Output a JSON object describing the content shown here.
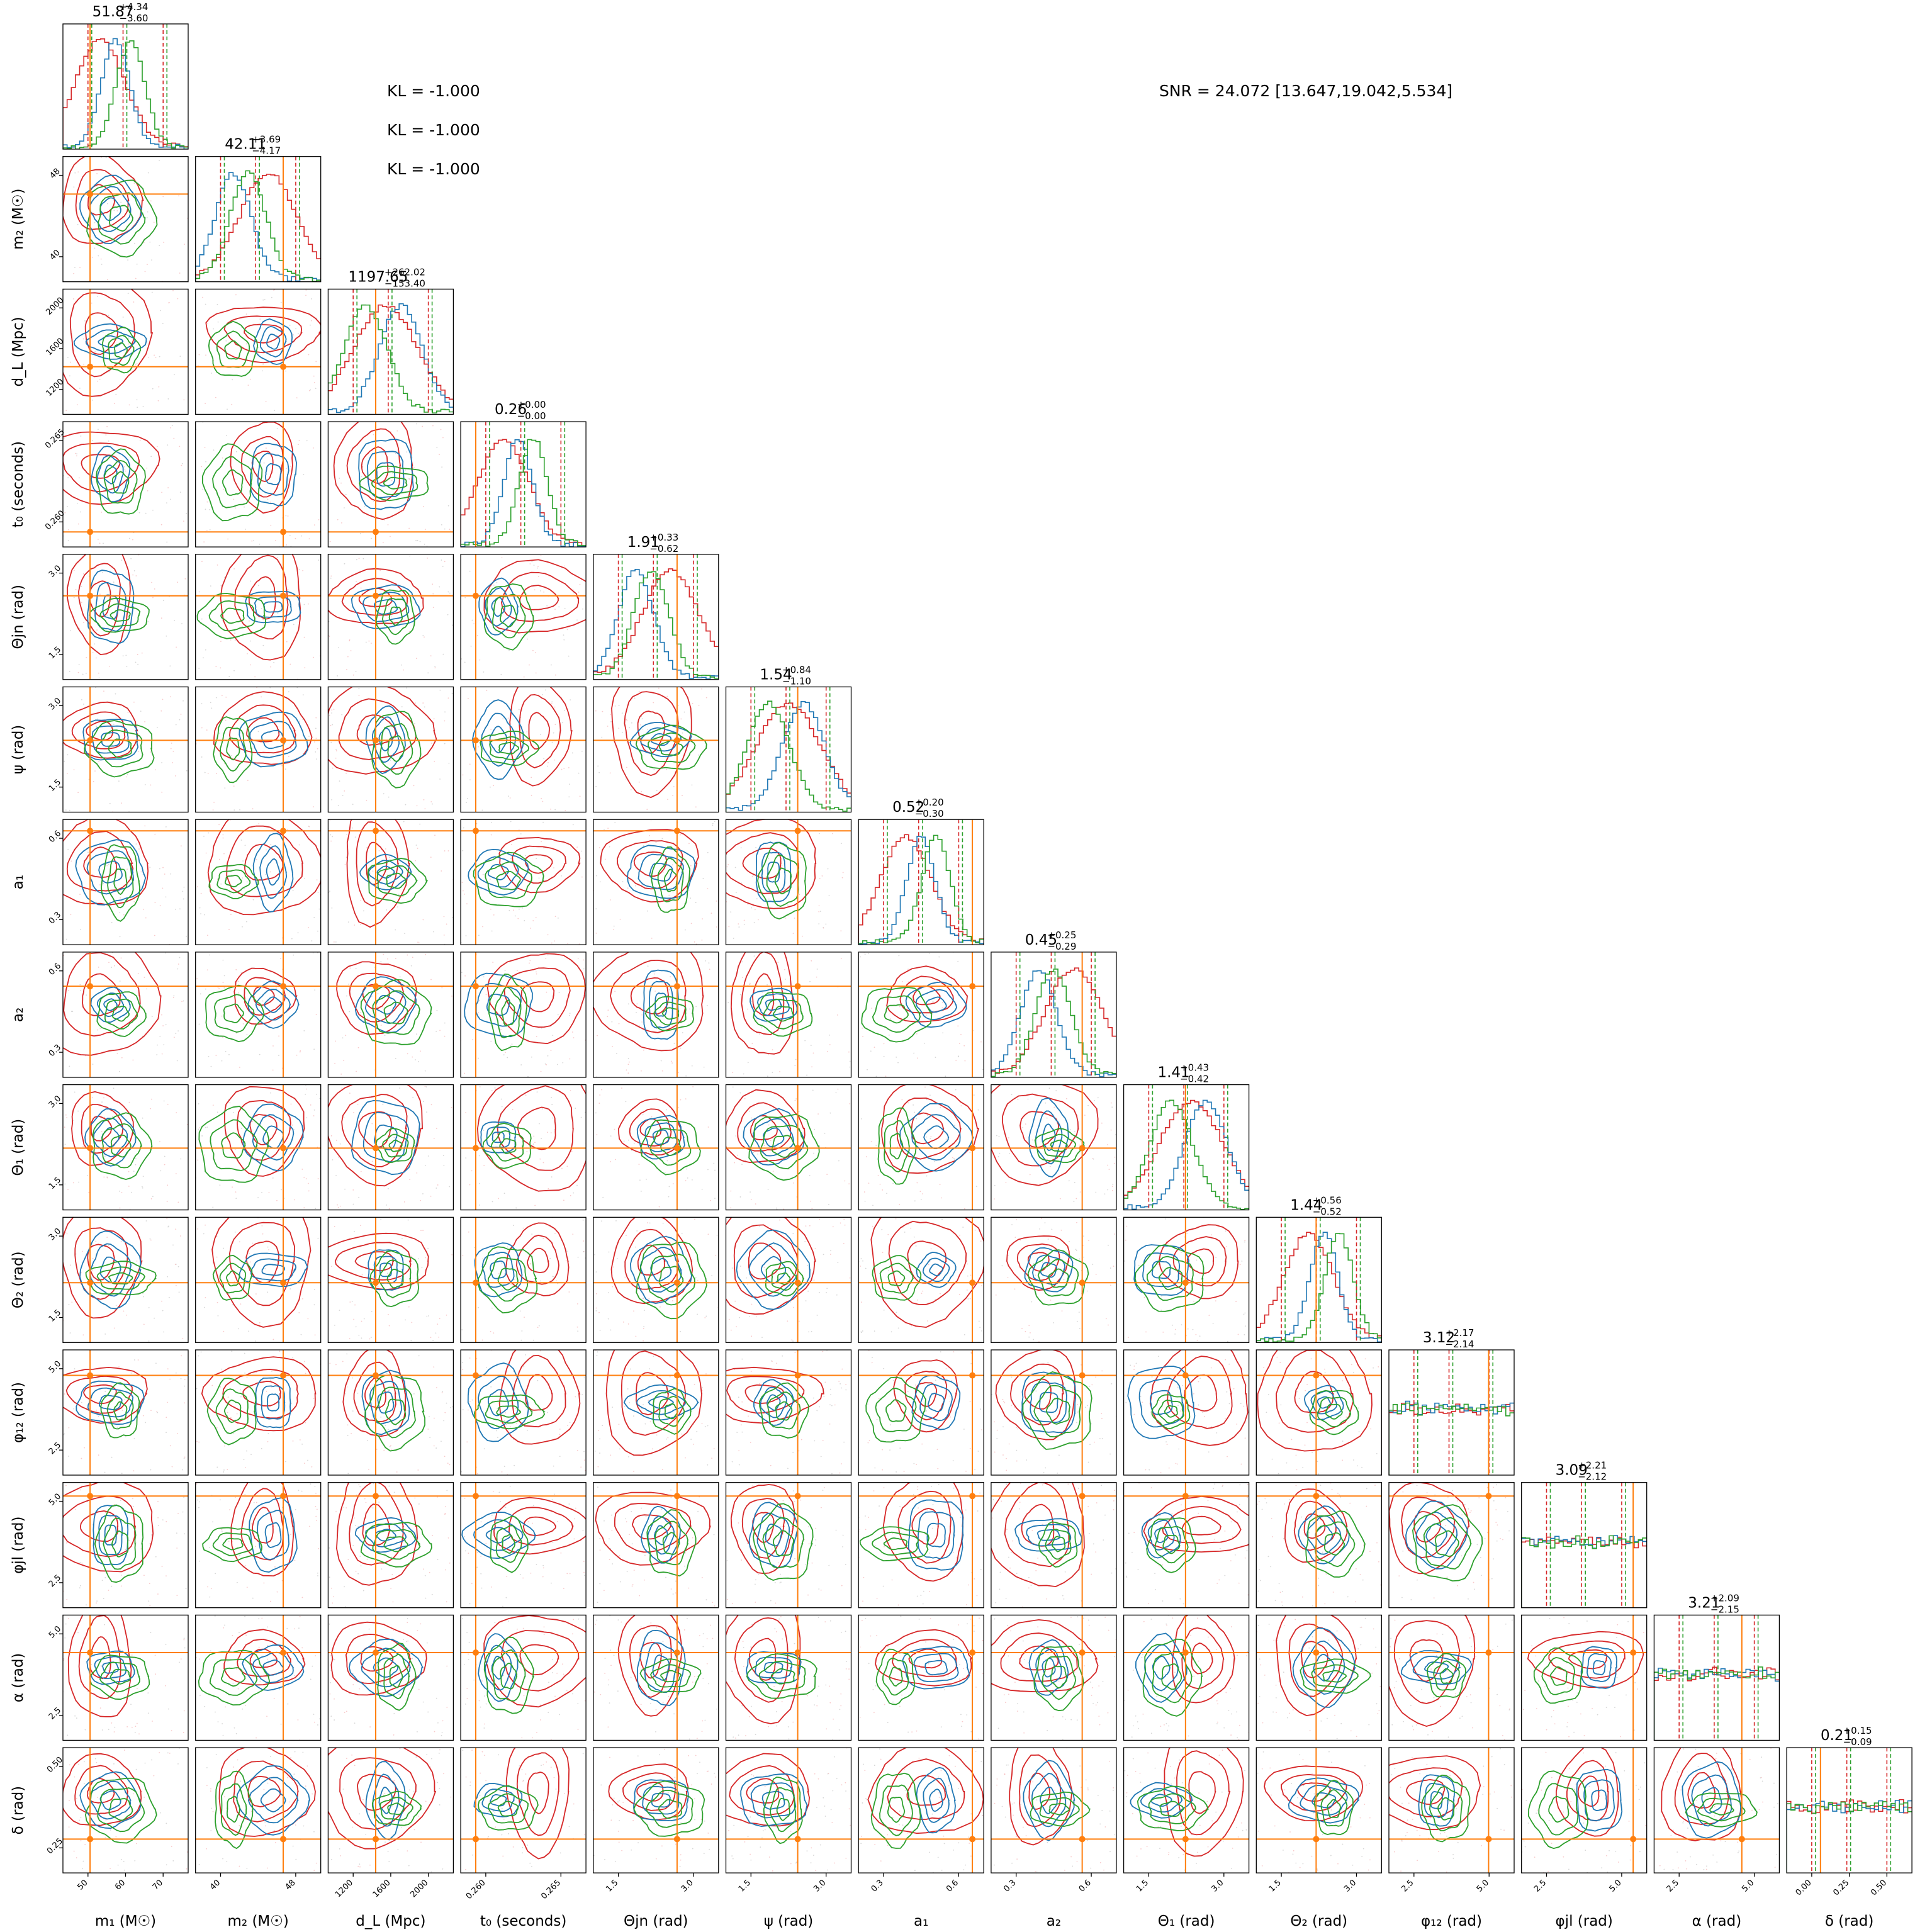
{
  "chart_data": {
    "type": "corner",
    "colors": {
      "blue": "#1f77b4",
      "red": "#d62728",
      "green": "#2ca02c",
      "truth": "#ff7f0e"
    },
    "annotations": {
      "kl": [
        "KL = -1.000",
        "KL = -1.000",
        "KL = -1.000"
      ],
      "snr": "SNR = 24.072 [13.647,19.042,5.534]"
    },
    "parameters": [
      {
        "xlabel": "m₁ (M☉)",
        "ylabel": "",
        "title": "51.87",
        "plus": "+4.34",
        "minus": "−3.60",
        "xticks": [
          "50",
          "60",
          "70"
        ],
        "yticks": [],
        "lim": [
          42,
          72
        ],
        "truth": 48.5
      },
      {
        "xlabel": "m₂ (M☉)",
        "ylabel": "m₂ (M☉)",
        "title": "42.11",
        "plus": "+3.69",
        "minus": "−4.17",
        "xticks": [
          "40",
          "48"
        ],
        "yticks": [
          "48",
          "40"
        ],
        "lim": [
          35,
          50
        ],
        "truth": 45.5
      },
      {
        "xlabel": "d_L (Mpc)",
        "ylabel": "d_L (Mpc)",
        "title": "1197.65",
        "plus": "+262.02",
        "minus": "−153.40",
        "xticks": [
          "1200",
          "1600",
          "2000"
        ],
        "yticks": [
          "2000",
          "1600",
          "1200"
        ],
        "lim": [
          1050,
          2050
        ],
        "truth": 1430
      },
      {
        "xlabel": "t₀ (seconds)",
        "ylabel": "t₀ (seconds)",
        "title": "0.26",
        "plus": "+0.00",
        "minus": "−0.00",
        "xticks": [
          "0.260",
          "0.265"
        ],
        "yticks": [
          "0.265",
          "0.260"
        ],
        "lim": [
          0.2585,
          0.2685
        ],
        "truth": 0.2597
      },
      {
        "xlabel": "Θjn (rad)",
        "ylabel": "Θjn (rad)",
        "title": "1.91",
        "plus": "+0.33",
        "minus": "−0.62",
        "xticks": [
          "1.5",
          "3.0"
        ],
        "yticks": [
          "3.0",
          "1.5"
        ],
        "lim": [
          0,
          3.14
        ],
        "truth": 2.1
      },
      {
        "xlabel": "ψ (rad)",
        "ylabel": "ψ (rad)",
        "title": "1.54",
        "plus": "+0.84",
        "minus": "−1.10",
        "xticks": [
          "1.5",
          "3.0"
        ],
        "yticks": [
          "3.0",
          "1.5"
        ],
        "lim": [
          0,
          3.14
        ],
        "truth": 1.8
      },
      {
        "xlabel": "a₁",
        "ylabel": "a₁",
        "title": "0.52",
        "plus": "+0.20",
        "minus": "−0.30",
        "xticks": [
          "0.3",
          "0.6"
        ],
        "yticks": [
          "0.6",
          "0.3"
        ],
        "lim": [
          0,
          0.99
        ],
        "truth": 0.9
      },
      {
        "xlabel": "a₂",
        "ylabel": "a₂",
        "title": "0.45",
        "plus": "+0.25",
        "minus": "−0.29",
        "xticks": [
          "0.3",
          "0.6"
        ],
        "yticks": [
          "0.6",
          "0.3"
        ],
        "lim": [
          0,
          0.99
        ],
        "truth": 0.72
      },
      {
        "xlabel": "Θ₁ (rad)",
        "ylabel": "Θ₁ (rad)",
        "title": "1.41",
        "plus": "+0.43",
        "minus": "−0.42",
        "xticks": [
          "1.5",
          "3.0"
        ],
        "yticks": [
          "3.0",
          "1.5"
        ],
        "lim": [
          0,
          3.14
        ],
        "truth": 1.55
      },
      {
        "xlabel": "Θ₂ (rad)",
        "ylabel": "Θ₂ (rad)",
        "title": "1.44",
        "plus": "+0.56",
        "minus": "−0.52",
        "xticks": [
          "1.5",
          "3.0"
        ],
        "yticks": [
          "3.0",
          "1.5"
        ],
        "lim": [
          0,
          3.14
        ],
        "truth": 1.5
      },
      {
        "xlabel": "φ₁₂ (rad)",
        "ylabel": "φ₁₂ (rad)",
        "title": "3.12",
        "plus": "+2.17",
        "minus": "−2.14",
        "xticks": [
          "2.5",
          "5.0"
        ],
        "yticks": [
          "5.0",
          "2.5"
        ],
        "lim": [
          0,
          6.28
        ],
        "truth": 5.0
      },
      {
        "xlabel": "φjl (rad)",
        "ylabel": "φjl (rad)",
        "title": "3.09",
        "plus": "+2.21",
        "minus": "−2.12",
        "xticks": [
          "2.5",
          "5.0"
        ],
        "yticks": [
          "5.0",
          "2.5"
        ],
        "lim": [
          0,
          6.28
        ],
        "truth": 5.6
      },
      {
        "xlabel": "α (rad)",
        "ylabel": "α (rad)",
        "title": "3.21",
        "plus": "+2.09",
        "minus": "−2.15",
        "xticks": [
          "2.5",
          "5.0"
        ],
        "yticks": [
          "5.0",
          "2.5"
        ],
        "lim": [
          0,
          6.28
        ],
        "truth": 4.4
      },
      {
        "xlabel": "δ (rad)",
        "ylabel": "δ (rad)",
        "title": "0.21",
        "plus": "+0.15",
        "minus": "−0.09",
        "xticks": [
          "0.00",
          "0.25",
          "0.50"
        ],
        "yticks": [
          "0.50",
          "0.25"
        ],
        "lim": [
          -0.03,
          0.6
        ],
        "truth": 0.14
      }
    ]
  }
}
